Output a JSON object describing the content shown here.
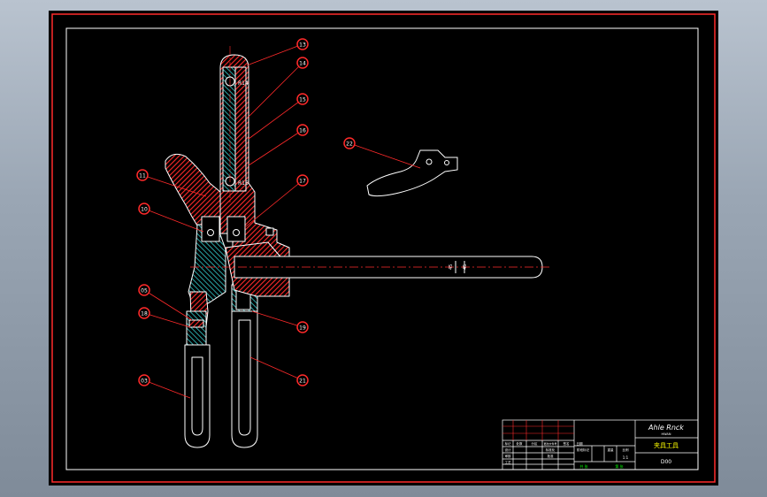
{
  "drawing": {
    "colors": {
      "background": "#000000",
      "border": "#ff2a2a",
      "outline": "#ffffff",
      "hatch_red": "#ff2a2a",
      "hatch_cyan": "#33cccc",
      "leader": "#ff2a2a",
      "title_green": "#00ff00",
      "title_yellow": "#ffff00"
    },
    "balloons": [
      "13",
      "14",
      "15",
      "16",
      "17",
      "11",
      "10",
      "22",
      "05",
      "18",
      "03",
      "19",
      "21"
    ],
    "dims": {
      "top_slot": "R14",
      "mid_slot": "R16",
      "bar_pin_a": "45",
      "bar_pin_b": "45"
    }
  },
  "title_block": {
    "header": "Ahle Rnck",
    "header_sub": "HWAN",
    "drawing_name": "夹具工具",
    "code": "D00",
    "row_labels": [
      "标记",
      "处数",
      "分区",
      "更改文件号",
      "签名",
      "日期"
    ],
    "rows_left": [
      "设计",
      "审核",
      "工艺"
    ],
    "rows_mid": [
      "标准化",
      "批准"
    ],
    "mid_block": [
      "阶段标记",
      "重量",
      "比例"
    ],
    "scale": "1:1",
    "sheet": "共 张 第 张",
    "green_a": "共 张",
    "green_b": "第 张"
  }
}
